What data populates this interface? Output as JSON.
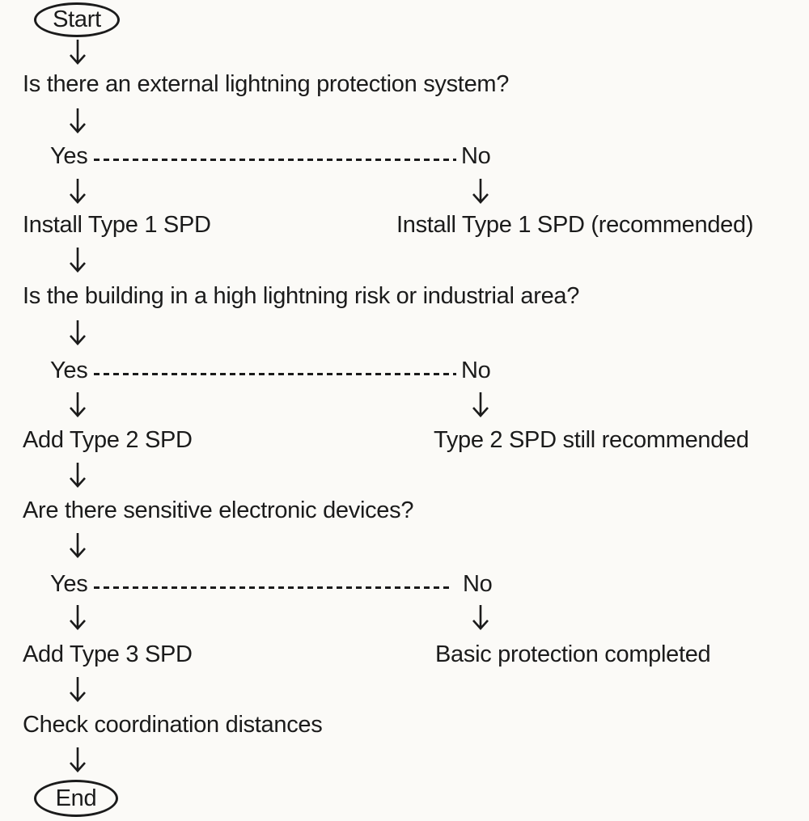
{
  "colors": {
    "background": "#fbfaf7",
    "text": "#1b1b1b"
  },
  "icons": {
    "flow_arrow": "down-arrow-icon"
  },
  "flowchart": {
    "start_label": "Start",
    "end_label": "End",
    "decisions": [
      {
        "question": "Is there an external lightning protection system?",
        "yes_label": "Yes",
        "no_label": "No",
        "yes_action": "Install Type 1 SPD",
        "no_action": "Install Type 1 SPD (recommended)"
      },
      {
        "question": "Is the building in a high lightning risk or industrial area?",
        "yes_label": "Yes",
        "no_label": "No",
        "yes_action": "Add Type 2 SPD",
        "no_action": "Type 2 SPD still recommended"
      },
      {
        "question": "Are there sensitive electronic devices?",
        "yes_label": "Yes",
        "no_label": "No",
        "yes_action": "Add Type 3 SPD",
        "no_action": "Basic protection completed"
      }
    ],
    "final_action": "Check coordination distances"
  }
}
